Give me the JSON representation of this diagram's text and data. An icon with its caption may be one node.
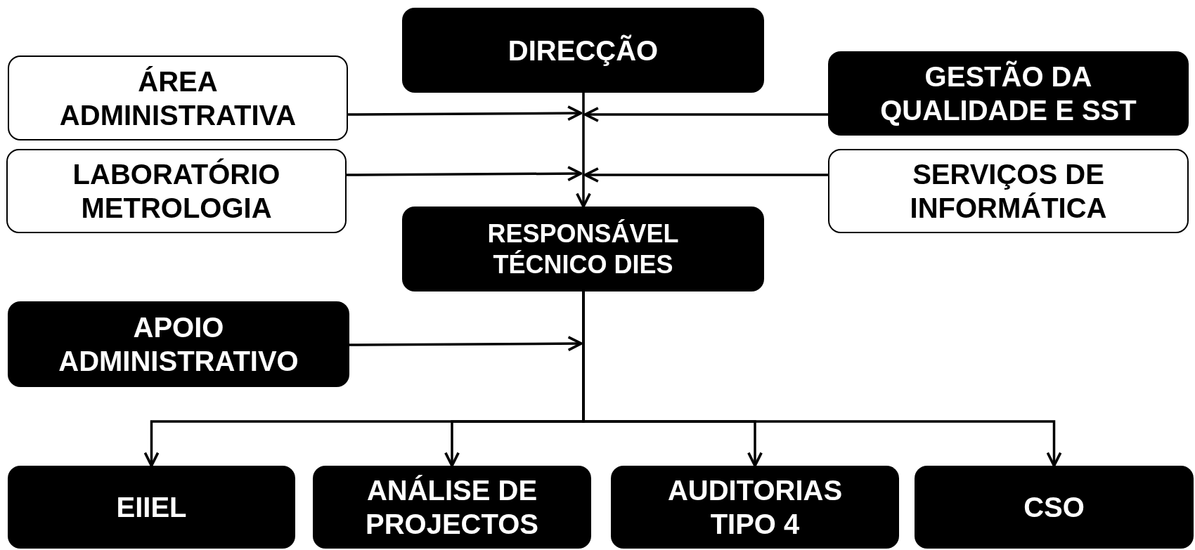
{
  "diagram": {
    "nodes": [
      {
        "text": [
          "DIRECÇÃO"
        ]
      },
      {
        "text": [
          "ÁREA ADMINISTRATIVA"
        ]
      },
      {
        "text": [
          "GESTÃO DA QUALIDADE E SST"
        ]
      },
      {
        "text": [
          "LABORATÓRIO METROLOGIA"
        ]
      },
      {
        "text": [
          "SERVIÇOS DE INFORMÁTICA"
        ]
      },
      {
        "text": [
          "RESPONSÁVEL TÉCNICO DIES"
        ]
      },
      {
        "text": [
          "APOIO ADMINISTRATIVO"
        ]
      },
      {
        "text": [
          "EIIEL"
        ]
      },
      {
        "text": [
          "ANÁLISE DE PROJECTOS"
        ]
      },
      {
        "text": [
          "AUDITORIAS TIPO 4"
        ]
      },
      {
        "text": [
          "CSO"
        ]
      }
    ],
    "edges": [
      {
        "from": 0,
        "to": 5,
        "arrow": "to"
      },
      {
        "from": 1,
        "to": 0,
        "arrow": "to"
      },
      {
        "from": 2,
        "to": 0,
        "arrow": "to"
      },
      {
        "from": 3,
        "to": 5,
        "arrow": "to"
      },
      {
        "from": 4,
        "to": 5,
        "arrow": "to"
      },
      {
        "from": 6,
        "to": null,
        "arrow": "to"
      },
      {
        "from": 5,
        "to": 7,
        "arrow": "to"
      },
      {
        "from": 5,
        "to": 8,
        "arrow": "to"
      },
      {
        "from": 5,
        "to": 9,
        "arrow": "to"
      },
      {
        "from": 5,
        "to": 10,
        "arrow": "to"
      }
    ]
  }
}
